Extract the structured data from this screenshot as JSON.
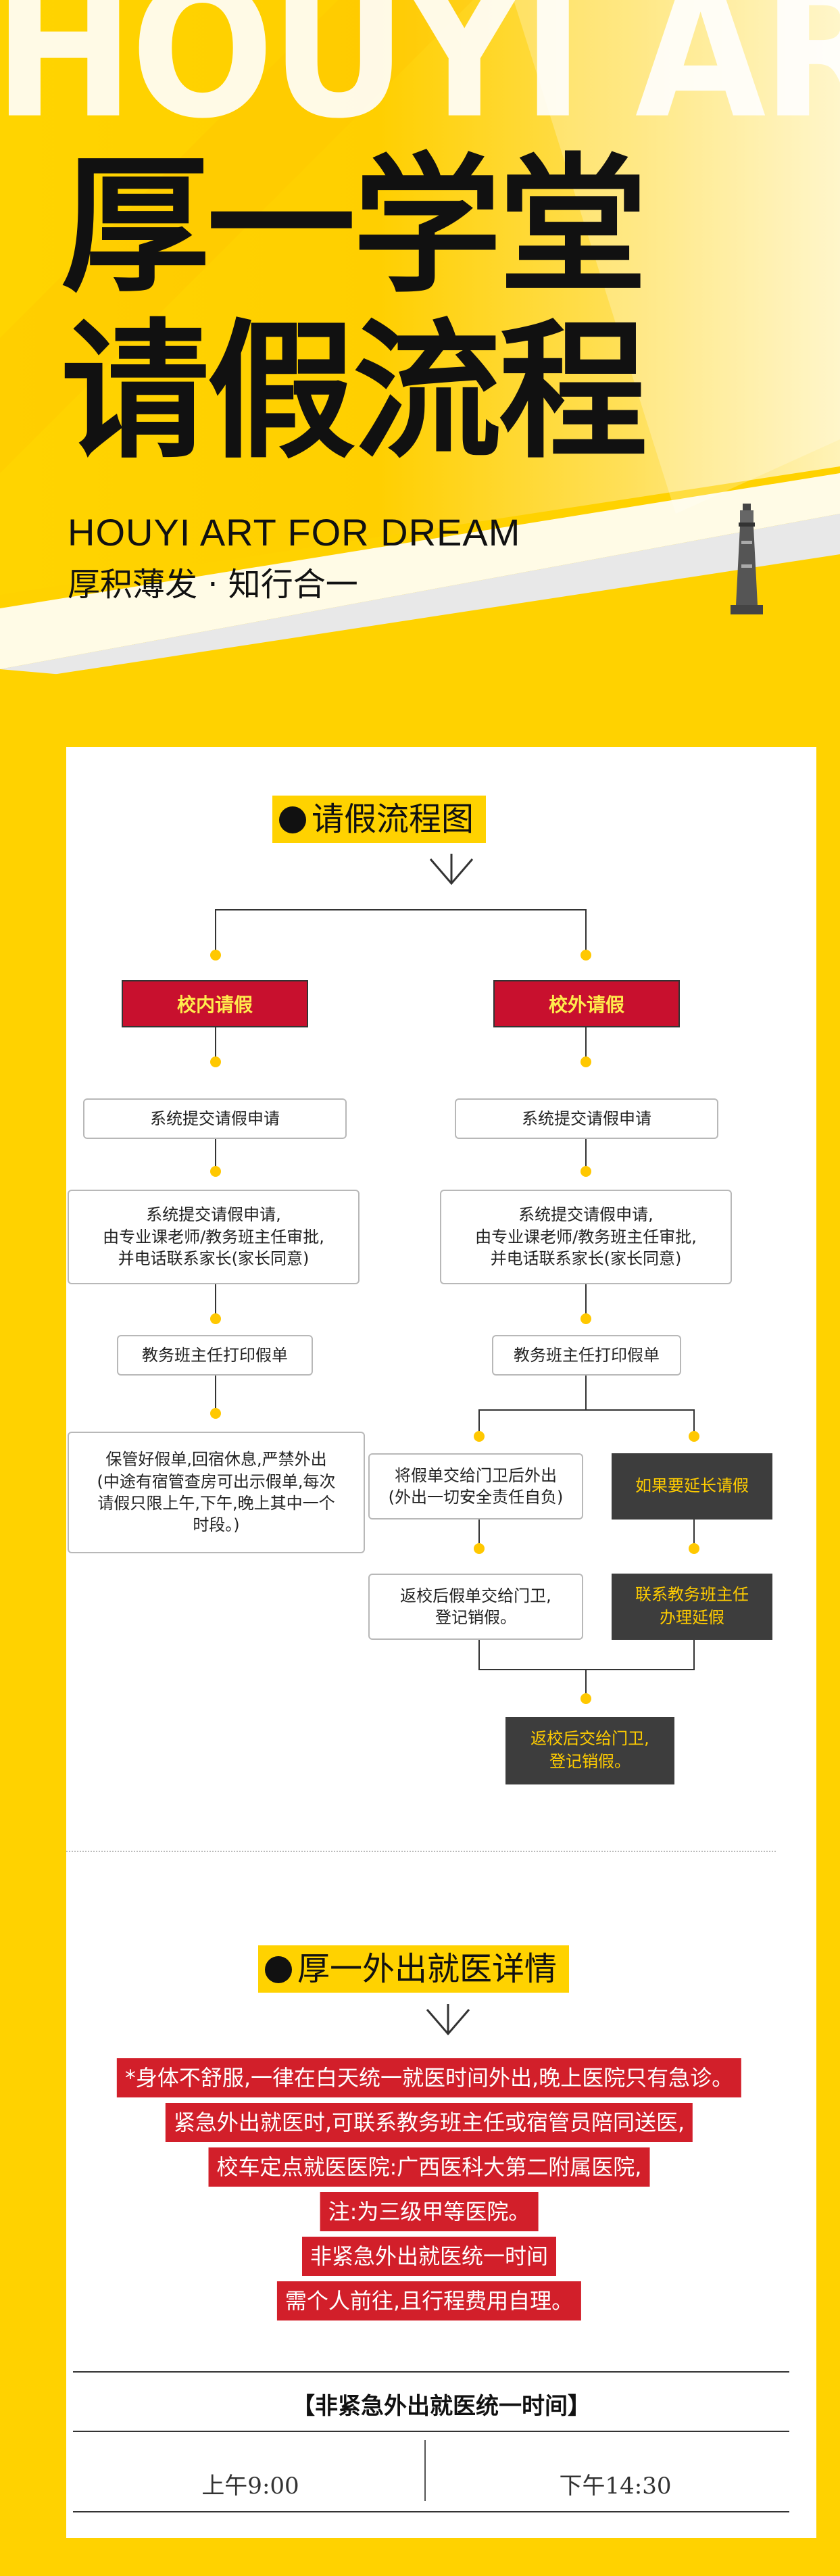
{
  "hero": {
    "watermark": "HOUYI ART",
    "title_line1": "厚一学堂",
    "title_line2": "请假流程",
    "subtitle_en": "HOUYI ART FOR DREAM",
    "subtitle_cn": "厚积薄发 · 知行合一"
  },
  "flow": {
    "heading": "请假流程图",
    "left_title": "校内请假",
    "right_title": "校外请假",
    "left_step1": "系统提交请假申请",
    "right_step1": "系统提交请假申请",
    "left_step2": "系统提交请假申请,\n由专业课老师/教务班主任审批,\n并电话联系家长(家长同意)",
    "right_step2": "系统提交请假申请,\n由专业课老师/教务班主任审批,\n并电话联系家长(家长同意)",
    "left_step3": "教务班主任打印假单",
    "right_step3": "教务班主任打印假单",
    "left_step4": "保管好假单,回宿休息,严禁外出\n(中途有宿管查房可出示假单,每次\n请假只限上午,下午,晚上其中一个\n时段。)",
    "right_a1": "将假单交给门卫后外出\n(外出一切安全责任自负)",
    "right_b1": "如果要延长请假",
    "right_a2": "返校后假单交给门卫,\n登记销假。",
    "right_b2": "联系教务班主任\n办理延假",
    "final": "返校后交给门卫,\n登记销假。"
  },
  "medical": {
    "heading": "厚一外出就医详情",
    "lines": [
      "*身体不舒服,一律在白天统一就医时间外出,晚上医院只有急诊。",
      "紧急外出就医时,可联系教务班主任或宿管员陪同送医,",
      "校车定点就医医院:广西医科大第二附属医院,",
      "注:为三级甲等医院。",
      "非紧急外出就医统一时间",
      "需个人前往,且行程费用自理。"
    ],
    "schedule_title": "【非紧急外出就医统一时间】",
    "morning": "上午9:00",
    "afternoon": "下午14:30"
  },
  "colors": {
    "yellow": "#ffd200",
    "red": "#c8102e",
    "dark": "#3d3d3d",
    "accent_text": "#ffcc00"
  },
  "icons": {
    "arrow": "chevron-down-icon",
    "lighthouse": "lighthouse-icon"
  }
}
